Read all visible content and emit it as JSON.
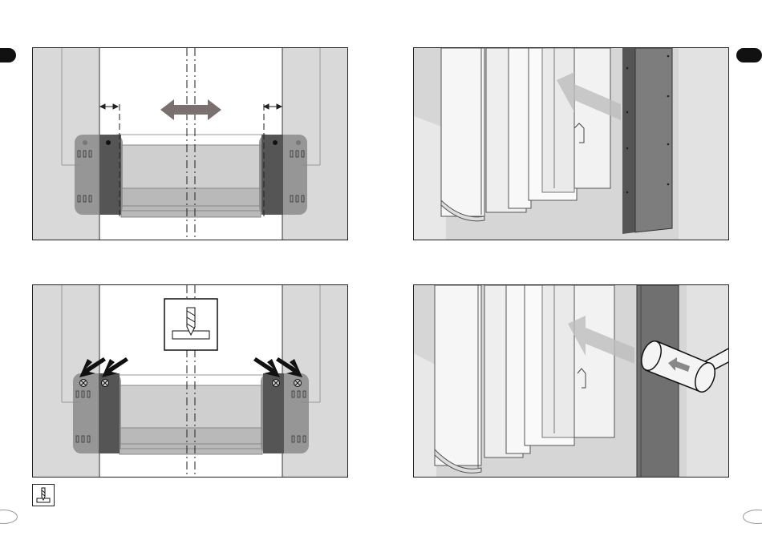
{
  "page": {
    "steps": [
      {
        "id": 1,
        "label": ""
      },
      {
        "id": 2,
        "label": ""
      },
      {
        "id": 3,
        "label": ""
      },
      {
        "id": 4,
        "label": ""
      }
    ],
    "icons": [
      "drill-icon",
      "direction-arrow-icon",
      "hammer-icon",
      "screw-icon"
    ],
    "colors": {
      "frame_gray": "#d9d9d9",
      "dark_gray": "#555555",
      "mid_gray": "#8a8a8a",
      "arrow_gray": "#7a7070",
      "translucent_arrow": "#bdbdbd",
      "step_tab": "#111111"
    }
  }
}
